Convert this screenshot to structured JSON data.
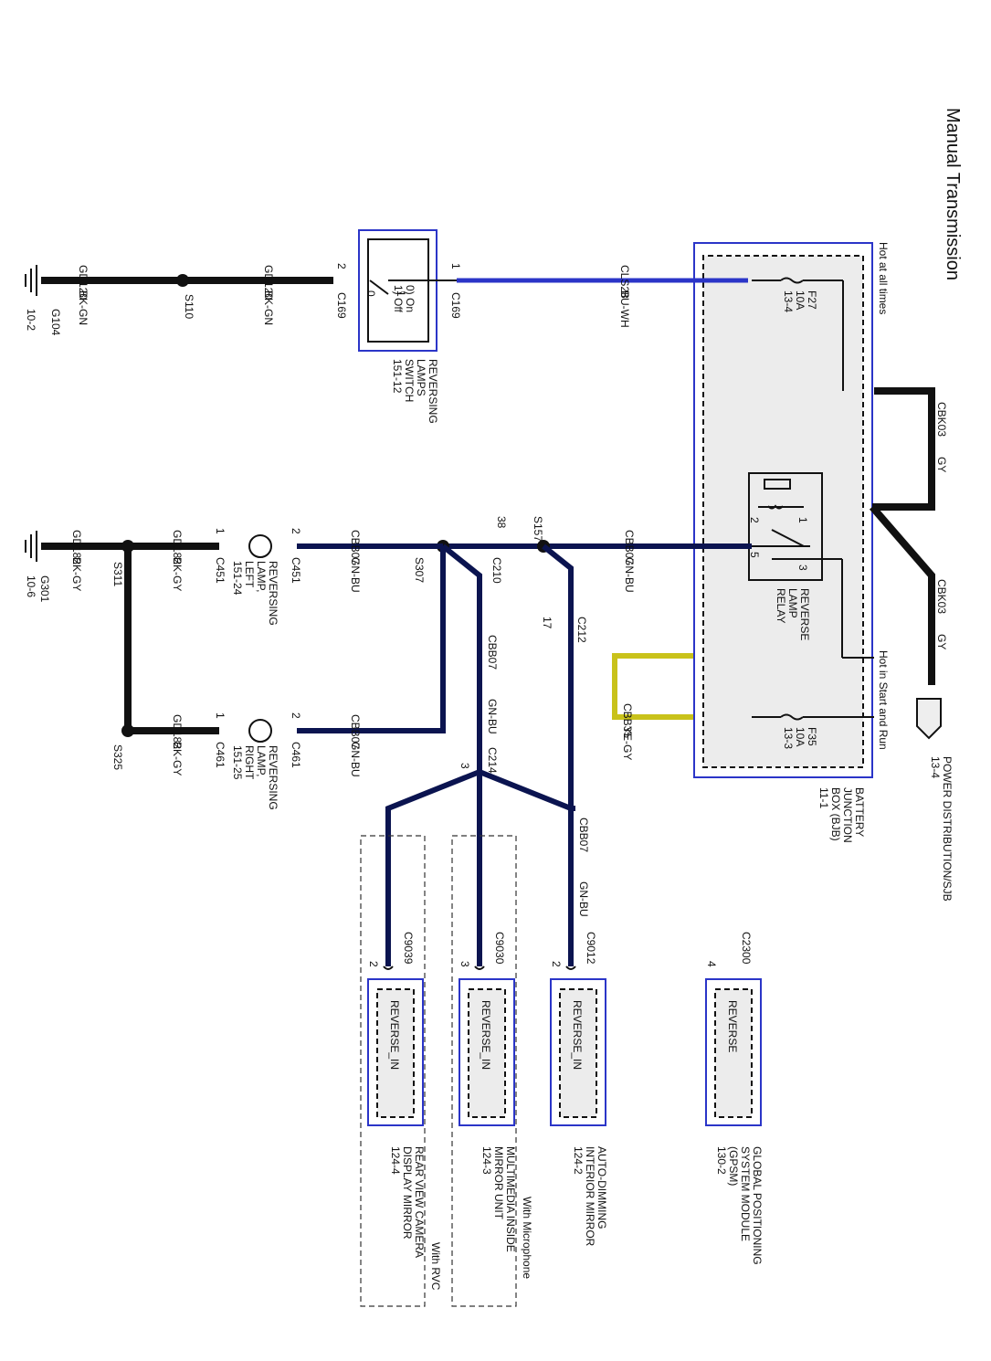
{
  "title": "Manual Transmission",
  "bjb": {
    "name": "BATTERY\nJUNCTION\nBOX (BJB)\n11-1",
    "hot_at_all_times": "Hot at all times",
    "hot_in_start_run": "Hot in Start and Run",
    "fuse_top": "F27\n10A\n13-4",
    "fuse_bottom": "F35\n10A\n13-3",
    "relay": "REVERSE\nLAMP\nRELAY",
    "relay_pins": [
      "1",
      "2",
      "3",
      "5"
    ]
  },
  "power_distribution": "POWER DISTRIBUTION/SJB\n13-4",
  "wires": {
    "cls28": "CLS28",
    "bu_wh": "BU-WH",
    "cbk03": "CBK03",
    "gy": "GY",
    "cbb35": "CBB35",
    "ye_gy": "YE-GY",
    "cbb07": "CBB07",
    "gn_bu": "GN-BU",
    "gd120": "GD120",
    "bk_gn": "BK-GN",
    "gd182": "GD182",
    "bk_gy": "BK-GY"
  },
  "switch": {
    "name": "REVERSING\nLAMPS\nSWITCH\n151-12",
    "states": "0) On\n1) Off",
    "pin_0": "0",
    "pin_1": "1",
    "conn": "C169"
  },
  "splices": [
    "S110",
    "S157",
    "S307",
    "S311",
    "S325"
  ],
  "grounds": [
    {
      "id": "G104",
      "ref": "10-2"
    },
    {
      "id": "G301",
      "ref": "10-6"
    }
  ],
  "connectors": {
    "c169_pin1": "1",
    "c169_pin2": "2",
    "c210": "C210",
    "c210_pin": "38",
    "c212": "C212",
    "c212_pin": "17",
    "c214": "C214",
    "c214_pin": "3",
    "c451": "C451",
    "c461": "C461",
    "pin1": "1",
    "pin2": "2"
  },
  "lamps": [
    {
      "name": "REVERSING\nLAMP,\nLEFT\n151-24"
    },
    {
      "name": "REVERSING\nLAMP,\nRIGHT\n151-25"
    }
  ],
  "modules": [
    {
      "label": "REVERSE",
      "conn": "C2300",
      "pin": "4",
      "name": "GLOBAL POSITIONING\nSYSTEM MODULE\n(GPSM)\n130-2"
    },
    {
      "label": "REVERSE_IN",
      "conn": "C9012",
      "pin": "2",
      "name": "AUTO-DIMMING\nINTERIOR MIRROR\n124-2"
    },
    {
      "label": "REVERSE_IN",
      "conn": "C9030",
      "pin": "3",
      "name": "MULTIMEDIA INSIDE\nMIRROR UNIT\n124-3",
      "option": "With Microphone"
    },
    {
      "label": "REVERSE_IN",
      "conn": "C9039",
      "pin": "2",
      "name": "REAR VIEW CAMERA\nDISPLAY MIRROR\n124-4",
      "option": "With RVC"
    }
  ]
}
